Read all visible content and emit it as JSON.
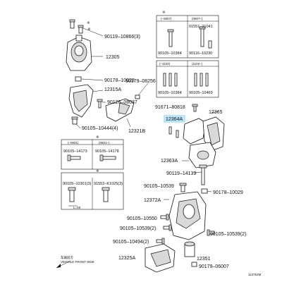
{
  "labels": {
    "p90119_10866": "90119–10866(3)",
    "p12305": "12305",
    "p90178_10028": "90178–10028",
    "p12315A": "12315A",
    "p90126_08037": "90126–08037",
    "p90179_08256": "90179–08256",
    "p91671_80818": "91671–80818",
    "p90105_10444": "90105–10444(4)",
    "p12321B": "12321B",
    "p12364A": "12364A",
    "p12365": "12365",
    "p12363A": "12363A",
    "p90119_14139": "90119–14139",
    "p90105_10539_top": "90105–10539",
    "p90178_10029": "90178–10029",
    "p12372A": "12372A",
    "p90105_10550": "90105–10550",
    "p90105_10539_2": "90105–10539(2)",
    "p90105_10494": "90105–10494(2)",
    "p90105_10539_2b": "90105–10539(2)",
    "p12325A": "12325A",
    "p12351": "12351",
    "p90179_06007": "90179–06007",
    "vehicle_front_cn": "车辆前方",
    "vehicle_front": "VEHICLE FRONT SIDE",
    "figure_code": "113752M"
  },
  "top_box": {
    "marker": "※",
    "col1_header": "(–0807)",
    "col2_header": "(0807–)",
    "p91551_21041": "91551–21041",
    "p90105_10384": "90105–10384",
    "p90116_10230": "90116–10230"
  },
  "mid_box": {
    "marker": "※",
    "col1_header": "(–1102)",
    "col2_header": "(1102–)",
    "p90105_10384": "90105–10384",
    "p90105_10469": "90105–10469"
  },
  "left_box_1": {
    "marker": "※",
    "col1_header": "(–0601)",
    "col2_header": "(0601–)",
    "p90105_14173": "90105–14173",
    "p90105_14178": "90105–14178"
  },
  "left_box_2": {
    "marker": "※",
    "p90105_10301": "90105–10301(3)",
    "p91552_K1025": "91552–K1025(3)",
    "dim_l": "L=25"
  },
  "highlight_color": "#bfe3f7"
}
